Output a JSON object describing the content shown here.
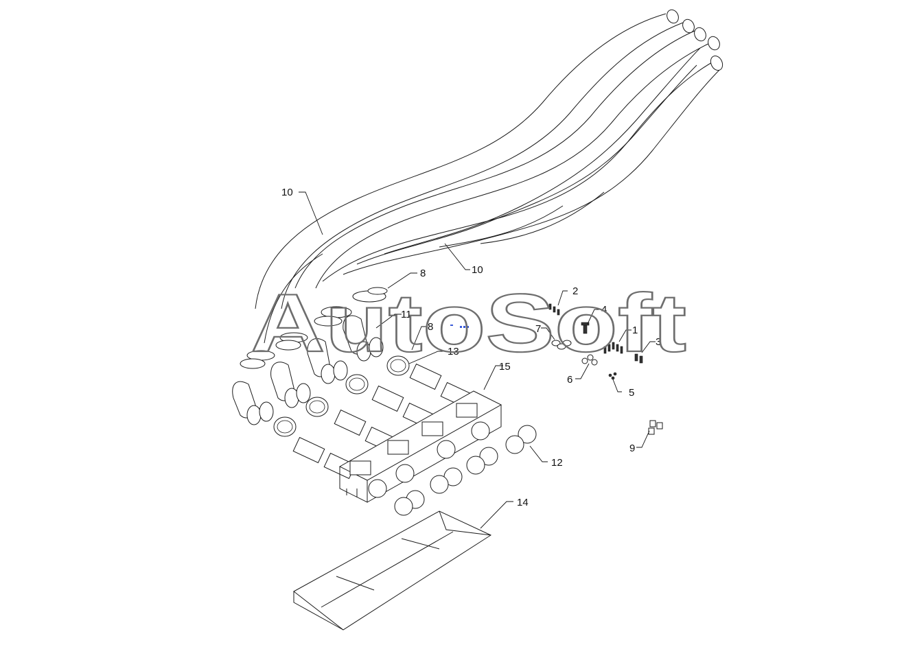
{
  "watermark": {
    "text": "AutoSoft"
  },
  "callouts": [
    {
      "id": "c10a",
      "label": "10"
    },
    {
      "id": "c10b",
      "label": "10"
    },
    {
      "id": "c8a",
      "label": "8"
    },
    {
      "id": "c11",
      "label": "11"
    },
    {
      "id": "c8b",
      "label": "8"
    },
    {
      "id": "c13",
      "label": "13"
    },
    {
      "id": "c15",
      "label": "15"
    },
    {
      "id": "c12",
      "label": "12"
    },
    {
      "id": "c14",
      "label": "14"
    },
    {
      "id": "c2",
      "label": "2"
    },
    {
      "id": "c4",
      "label": "4"
    },
    {
      "id": "c7",
      "label": "7"
    },
    {
      "id": "c1",
      "label": "1"
    },
    {
      "id": "c3",
      "label": "3"
    },
    {
      "id": "c6",
      "label": "6"
    },
    {
      "id": "c5",
      "label": "5"
    },
    {
      "id": "c9",
      "label": "9"
    }
  ],
  "colors": {
    "line": "#1a1a1a",
    "watermark": "#6e6e6e",
    "marker": "#3a5bd9",
    "background": "#ffffff"
  }
}
